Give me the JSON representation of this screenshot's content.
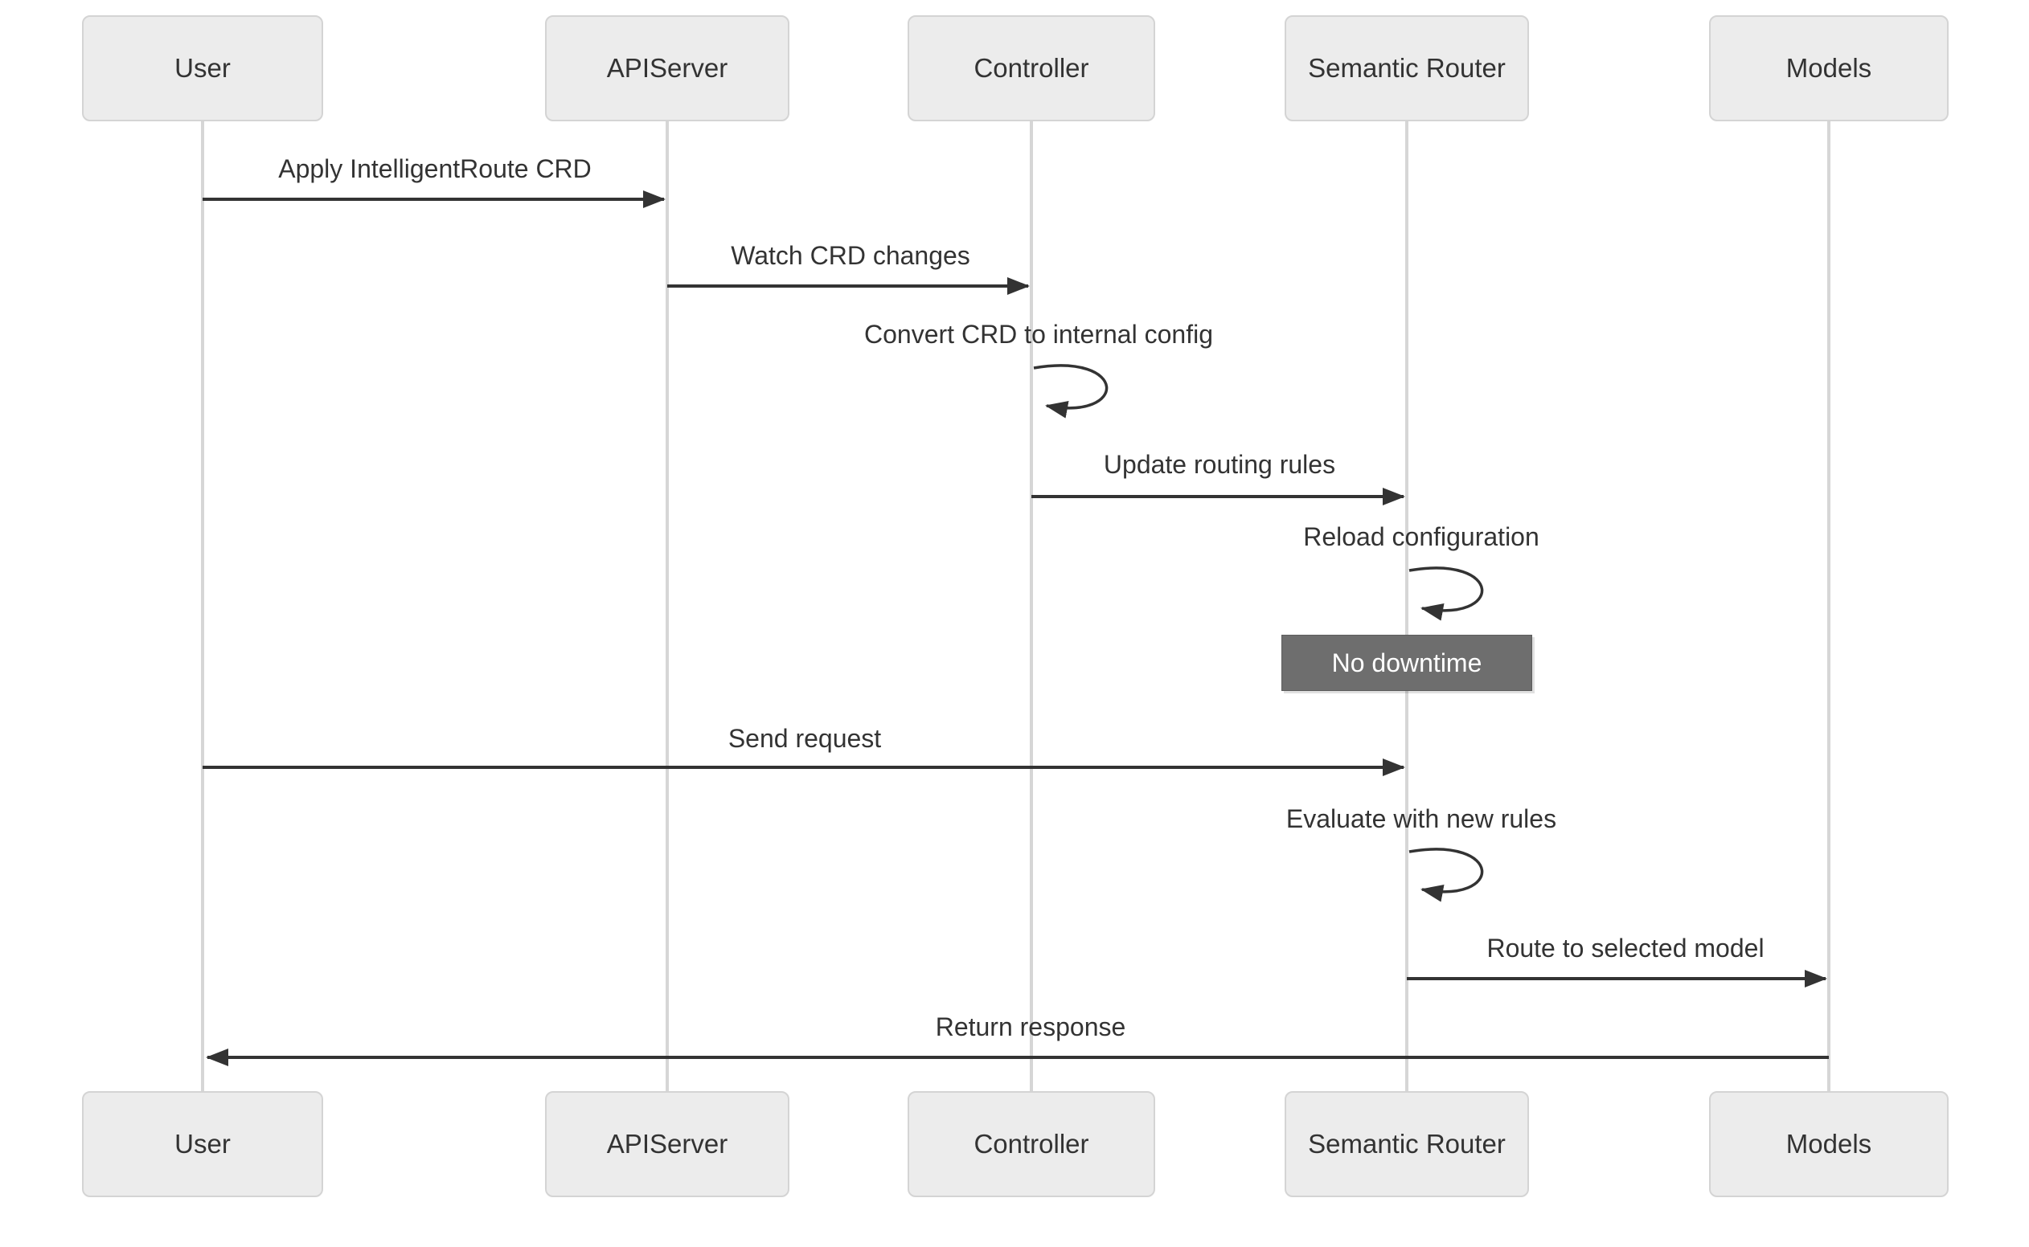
{
  "diagram": {
    "type": "sequence-diagram",
    "participants": [
      {
        "id": "user",
        "label": "User"
      },
      {
        "id": "apiserver",
        "label": "APIServer"
      },
      {
        "id": "controller",
        "label": "Controller"
      },
      {
        "id": "semantic-router",
        "label": "Semantic Router"
      },
      {
        "id": "models",
        "label": "Models"
      }
    ],
    "messages": [
      {
        "from": "User",
        "to": "APIServer",
        "label": "Apply IntelligentRoute CRD",
        "style": "solid-arrow"
      },
      {
        "from": "APIServer",
        "to": "Controller",
        "label": "Watch CRD changes",
        "style": "solid-arrow"
      },
      {
        "from": "Controller",
        "to": "Controller",
        "label": "Convert CRD to internal config",
        "style": "self-loop"
      },
      {
        "from": "Controller",
        "to": "Semantic Router",
        "label": "Update routing rules",
        "style": "solid-arrow"
      },
      {
        "from": "Semantic Router",
        "to": "Semantic Router",
        "label": "Reload configuration",
        "style": "self-loop"
      },
      {
        "from": "User",
        "to": "Semantic Router",
        "label": "Send request",
        "style": "solid-arrow"
      },
      {
        "from": "Semantic Router",
        "to": "Semantic Router",
        "label": "Evaluate with new rules",
        "style": "self-loop"
      },
      {
        "from": "Semantic Router",
        "to": "Models",
        "label": "Route to selected model",
        "style": "solid-arrow"
      },
      {
        "from": "Models",
        "to": "User",
        "label": "Return response",
        "style": "solid-arrow"
      }
    ],
    "note": {
      "over": "Semantic Router",
      "label": "No downtime"
    },
    "colors": {
      "background": "#ffffff",
      "actor_fill": "#ececec",
      "actor_border": "#d4d4d4",
      "actor_text": "#333333",
      "lifeline": "#d6d6d6",
      "message_line": "#333333",
      "message_text": "#333333",
      "note_fill": "#6e6e6e",
      "note_border": "#5c5c5c",
      "note_text": "#ffffff"
    }
  }
}
